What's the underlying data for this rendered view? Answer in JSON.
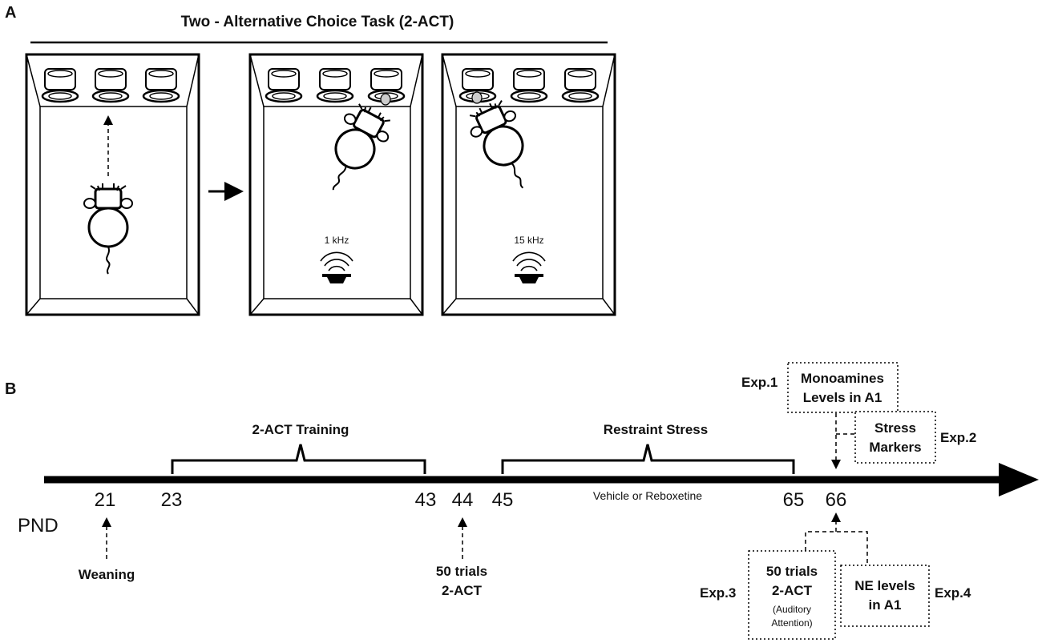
{
  "panels": {
    "a": "A",
    "b": "B"
  },
  "title": "Two - Alternative Choice Task (2-ACT)",
  "tones": {
    "left": "1 kHz",
    "right": "15 kHz"
  },
  "timeline": {
    "axis_label": "PND",
    "ticks": [
      "21",
      "23",
      "43",
      "44",
      "45",
      "65",
      "66"
    ],
    "training": "2-ACT Training",
    "stress": "Restraint Stress",
    "treatment": "Vehicle or Reboxetine",
    "weaning": "Weaning",
    "trials_44": [
      "50 trials",
      "2-ACT"
    ]
  },
  "experiments": {
    "exp1": {
      "tag": "Exp.1",
      "lines": [
        "Monoamines",
        "Levels in A1"
      ]
    },
    "exp2": {
      "tag": "Exp.2",
      "lines": [
        "Stress",
        "Markers"
      ]
    },
    "exp3": {
      "tag": "Exp.3",
      "lines": [
        "50 trials",
        "2-ACT",
        "(Auditory",
        "Attention)"
      ]
    },
    "exp4": {
      "tag": "Exp.4",
      "lines": [
        "NE levels",
        "in A1"
      ]
    }
  }
}
